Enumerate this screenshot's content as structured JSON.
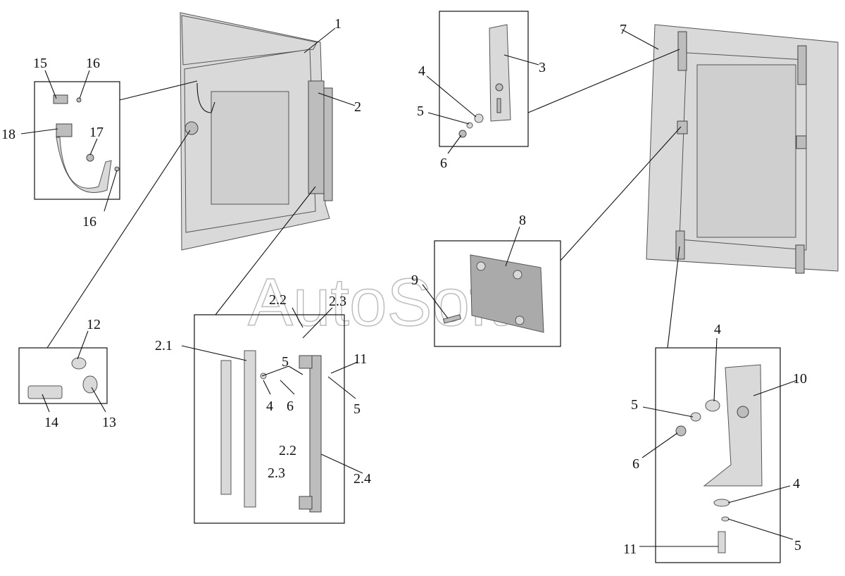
{
  "title": "Door assembly exploded view",
  "watermark": "AutoSoft",
  "callouts": {
    "door_left": [
      "1",
      "2"
    ],
    "bracket_box": [
      "3",
      "4",
      "5",
      "6"
    ],
    "door_right": [
      "7"
    ],
    "plate_box": [
      "8",
      "9"
    ],
    "angle_box": [
      "10",
      "4",
      "5",
      "6",
      "4",
      "5",
      "11"
    ],
    "strap_box": [
      "15",
      "16",
      "17",
      "18",
      "16"
    ],
    "lock_box": [
      "12",
      "13",
      "14"
    ],
    "hinge_box": [
      "2.1",
      "2.2",
      "2.3",
      "5",
      "11",
      "4",
      "6",
      "5",
      "2.2",
      "2.3",
      "2.4"
    ]
  }
}
